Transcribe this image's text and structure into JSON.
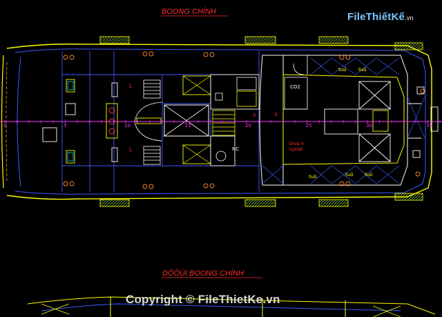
{
  "drawing": {
    "title_top": "BOONG  CHÍNH",
    "title_bottom": "DÖÔÙI  BOONG  CHÍNH",
    "frame_numbers": [
      "0",
      "5",
      "10",
      "15",
      "20",
      "25",
      "30",
      "35"
    ],
    "room_labels": {
      "nc": "NC",
      "co2": "CO2",
      "tu": [
        "tuû",
        "tuû",
        "tuû",
        "tuû",
        "tuû"
      ],
      "seats": "Gheá 4\nngöôøi",
      "mark_l": "L",
      "mark_x": "X"
    }
  },
  "watermark": {
    "logo_main": "FileThiếtKế",
    "logo_suffix": ".vn",
    "copyright": "Copyright © FileThietKe.vn"
  },
  "colors": {
    "background": "#000000",
    "yellow": "#ffff00",
    "blue": "#3c5bff",
    "white": "#ffffff",
    "magenta": "#ff33ff",
    "red": "#ff2a2a",
    "green_hatch": "#7fbf3f"
  }
}
